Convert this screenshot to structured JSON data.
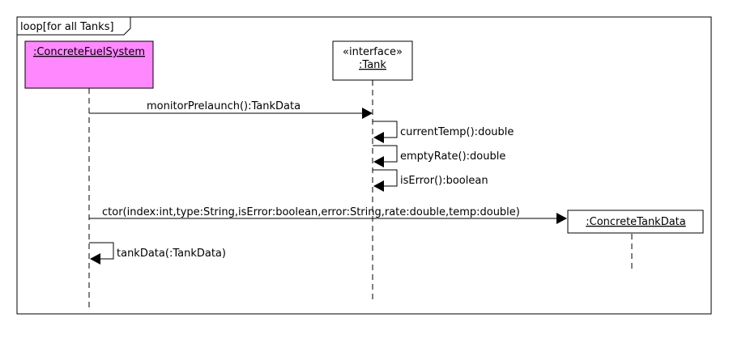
{
  "frame": {
    "label": "loop[for all Tanks]"
  },
  "lifelines": {
    "fuel_system": {
      "name": ":ConcreteFuelSystem",
      "fill": "#ff88ff"
    },
    "tank": {
      "stereotype": "«interface»",
      "name": ":Tank"
    },
    "tank_data": {
      "name": ":ConcreteTankData"
    }
  },
  "messages": {
    "monitor_prelaunch": "monitorPrelaunch():TankData",
    "current_temp": "currentTemp():double",
    "empty_rate": "emptyRate():double",
    "is_error": "isError():boolean",
    "ctor": "ctor(index:int,type:String,isError:boolean,error:String,rate:double,temp:double)",
    "tank_data_self": "tankData(:TankData)"
  },
  "colors": {
    "line": "#000000",
    "background": "#ffffff"
  }
}
